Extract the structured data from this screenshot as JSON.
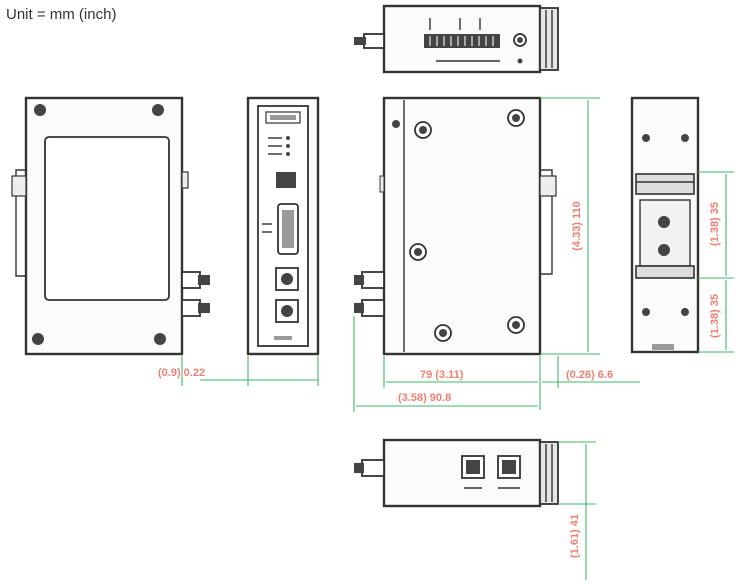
{
  "title": "Unit = mm (inch)",
  "dimensions": {
    "side_left_protrusion": "(0.9) 0.22",
    "side_width": "",
    "front_width": "79 (3.11)",
    "front_depth_total": "(3.58) 90.8",
    "front_right_protrusion": "(0.26) 6.6",
    "front_height": "(4.33) 110",
    "rail_upper": "(1.38) 35",
    "rail_lower": "(1.38) 35",
    "bottom_height": "(1.61) 41"
  },
  "icons": {
    "screw": "screw-hole-icon",
    "connector": "fiber-connector-icon",
    "rj45": "rj45-port-icon"
  }
}
